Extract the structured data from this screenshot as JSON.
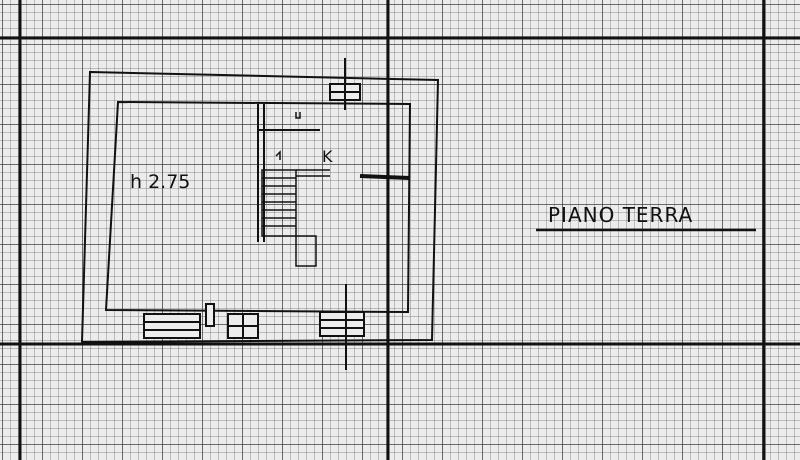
{
  "floor_plan": {
    "title": "PIANO TERRA",
    "room_height_label": "h 2.75",
    "kitchen_label": "K"
  }
}
